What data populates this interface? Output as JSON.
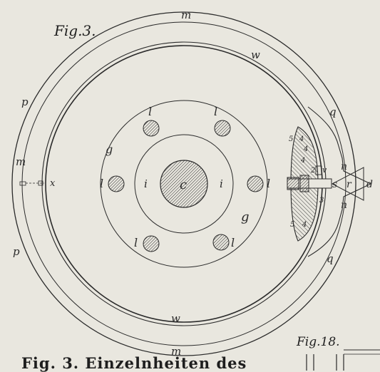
{
  "figure_label": "Fig.3.",
  "second_figure_label": "Fig.18.",
  "caption": "Fig. 3. Einzelnheiten des",
  "labels": {
    "m_top": "m",
    "m_left": "m",
    "m_bottom": "m",
    "w_top": "w",
    "w_bottom": "w",
    "p_top": "p",
    "p_bottom": "p",
    "x": "x",
    "q_top": "q",
    "q_bottom": "q",
    "g_left": "g",
    "g_right": "g",
    "i_left": "i",
    "i_right": "i",
    "c": "c",
    "l1": "l",
    "l2": "l",
    "l3": "l",
    "l4": "l",
    "l5": "l",
    "l6": "l",
    "n_top": "n",
    "n_bottom": "n",
    "r": "r",
    "s": "s",
    "d": "d",
    "v": "v",
    "n5a": "5",
    "n4a": "4",
    "n4b": "4",
    "n4c": "4",
    "n2": "2",
    "n3": "3",
    "n5b": "5",
    "n4d": "4"
  },
  "colors": {
    "paper": "#e9e7df",
    "ink": "#2a2a2a"
  }
}
